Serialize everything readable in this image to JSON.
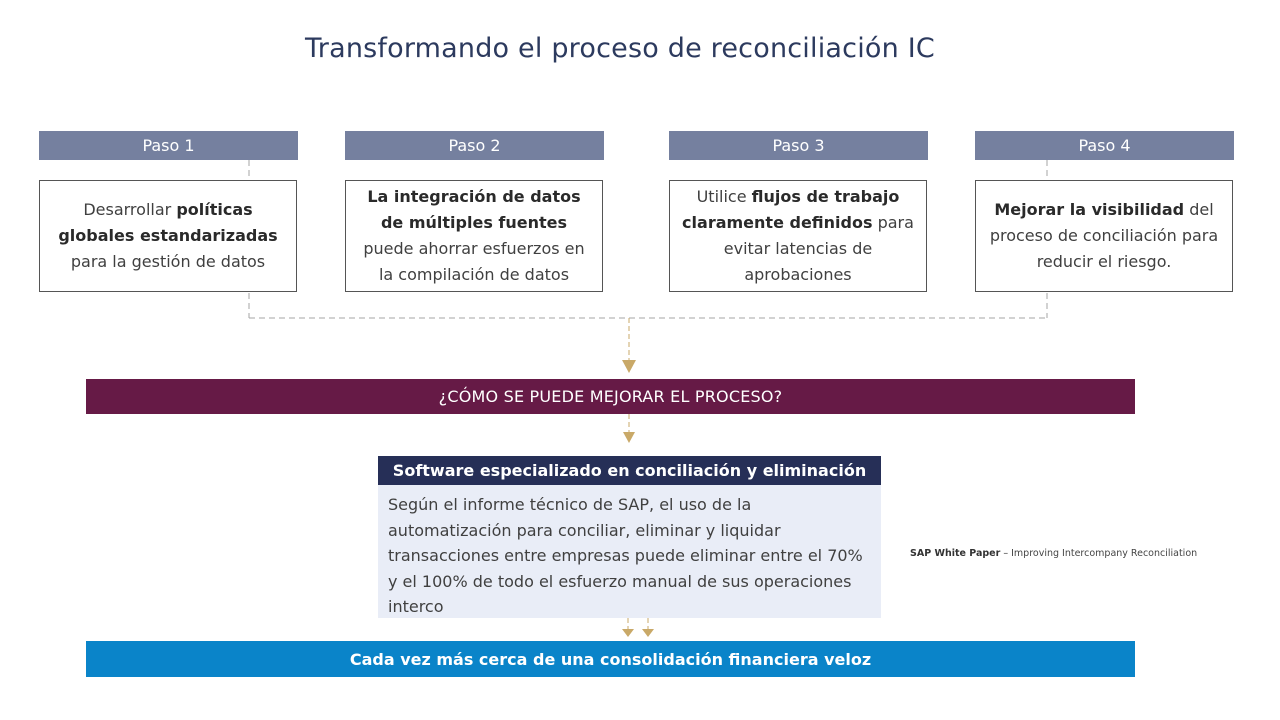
{
  "title": "Transformando el proceso de reconciliación IC",
  "steps": [
    {
      "label": "Paso 1",
      "parts": [
        {
          "t": "Desarrollar ",
          "b": false
        },
        {
          "t": "políticas globales estandarizadas",
          "b": true
        },
        {
          "t": " para la gestión de datos",
          "b": false
        }
      ]
    },
    {
      "label": "Paso 2",
      "parts": [
        {
          "t": "La integración de datos de múltiples fuentes",
          "b": true
        },
        {
          "t": " puede ahorrar esfuerzos en la compilación de datos",
          "b": false
        }
      ]
    },
    {
      "label": "Paso 3",
      "parts": [
        {
          "t": "Utilice ",
          "b": false
        },
        {
          "t": "flujos de trabajo claramente definidos",
          "b": true
        },
        {
          "t": " para evitar latencias de aprobaciones",
          "b": false
        }
      ]
    },
    {
      "label": "Paso 4",
      "parts": [
        {
          "t": "Mejorar la visibilidad",
          "b": true
        },
        {
          "t": " del proceso de conciliación para reducir el riesgo.",
          "b": false
        }
      ]
    }
  ],
  "question": "¿CÓMO SE PUEDE MEJORAR EL PROCESO?",
  "software": {
    "title": "Software especializado en conciliación y eliminación",
    "body": "Según el informe técnico de SAP, el uso de la automatización para conciliar, eliminar y liquidar transacciones entre empresas puede eliminar entre el 70% y el 100% de todo el esfuerzo manual de sus operaciones interco"
  },
  "source": {
    "bold": "SAP White Paper",
    "rest": " – Improving Intercompany Reconciliation"
  },
  "result": "Cada vez más cerca de una consolidación financiera veloz",
  "colors": {
    "step_header": "#75809f",
    "question_bar": "#661a46",
    "software_header": "#262f57",
    "software_body": "#e9edf7",
    "result_bar": "#0a84c9",
    "arrow": "#c9a968",
    "connector": "#a6a6a6"
  }
}
